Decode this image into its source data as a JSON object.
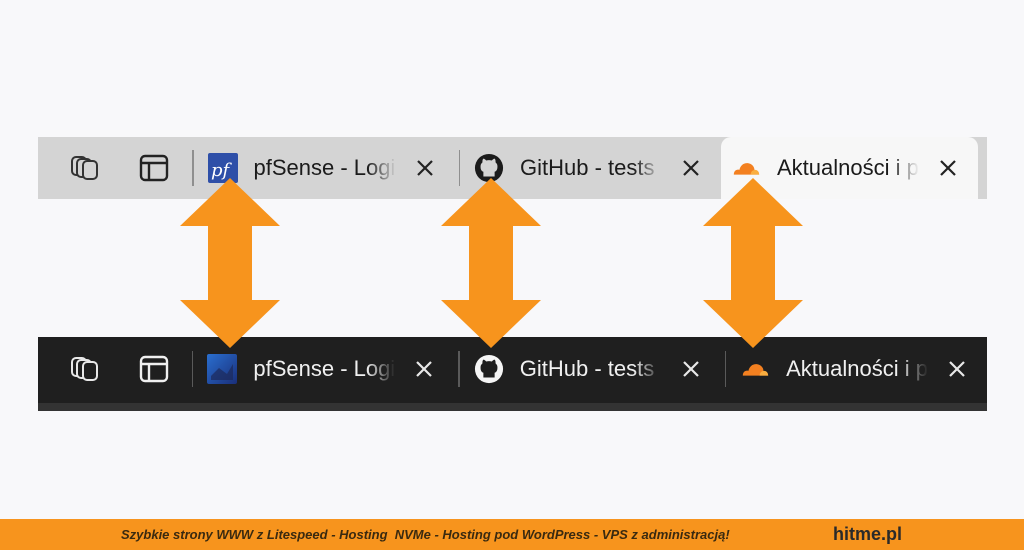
{
  "light_bar": {
    "tabs": [
      {
        "title": "pfSense - Login",
        "favicon": "pfsense-logo-icon"
      },
      {
        "title": "GitHub - tests",
        "favicon": "github-logo-icon"
      },
      {
        "title": "Aktualności i p",
        "favicon": "cloudflare-logo-icon"
      }
    ],
    "controls": [
      "tab-actions-icon",
      "vertical-tabs-icon"
    ],
    "background": "#d4d4d4"
  },
  "dark_bar": {
    "tabs": [
      {
        "title": "pfSense - Login",
        "favicon": "pfsense-logo-icon"
      },
      {
        "title": "GitHub - tests",
        "favicon": "github-logo-icon"
      },
      {
        "title": "Aktualności i p",
        "favicon": "cloudflare-logo-icon"
      }
    ],
    "controls": [
      "tab-actions-icon",
      "vertical-tabs-icon"
    ],
    "background": "#1f1f1f"
  },
  "arrows": {
    "color": "#f7941d",
    "count": 3
  },
  "footer": {
    "text": "Szybkie strony WWW z Litespeed - Hosting  NVMe - Hosting pod WordPress - VPS z administracją!",
    "brand": "hitme.pl",
    "background": "#f7941d"
  }
}
